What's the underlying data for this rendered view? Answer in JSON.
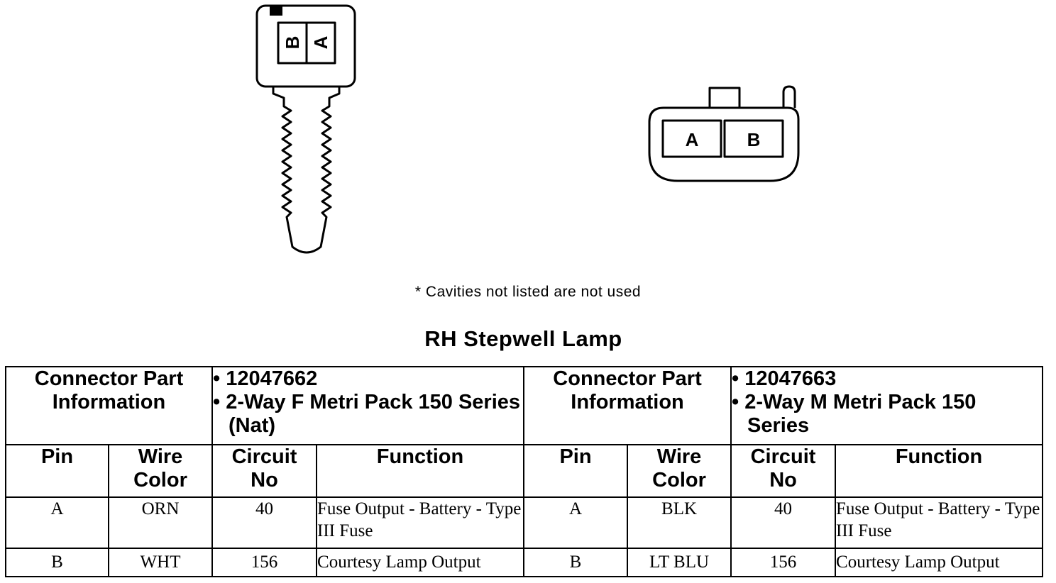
{
  "diagram": {
    "connector_f": {
      "cavities": [
        "B",
        "A"
      ]
    },
    "connector_m": {
      "cavities": [
        "A",
        "B"
      ]
    },
    "note": "* Cavities not listed are not used"
  },
  "table": {
    "title": "RH Stepwell Lamp",
    "left": {
      "part_info_label": [
        "Connector Part",
        "Information"
      ],
      "part_info": [
        "• 12047662",
        "• 2-Way F Metri Pack 150 Series (Nat)"
      ],
      "columns": {
        "pin": "Pin",
        "wire_color": [
          "Wire",
          "Color"
        ],
        "circuit": [
          "Circuit",
          "No"
        ],
        "function": "Function"
      },
      "rows": [
        {
          "pin": "A",
          "wire_color": "ORN",
          "circuit": "40",
          "function": "Fuse Output - Battery - Type III Fuse"
        },
        {
          "pin": "B",
          "wire_color": "WHT",
          "circuit": "156",
          "function": "Courtesy Lamp Output"
        }
      ]
    },
    "right": {
      "part_info_label": [
        "Connector Part",
        "Information"
      ],
      "part_info": [
        "• 12047663",
        "• 2-Way M Metri Pack 150 Series"
      ],
      "columns": {
        "pin": "Pin",
        "wire_color": [
          "Wire",
          "Color"
        ],
        "circuit": [
          "Circuit",
          "No"
        ],
        "function": "Function"
      },
      "rows": [
        {
          "pin": "A",
          "wire_color": "BLK",
          "circuit": "40",
          "function": "Fuse Output - Battery - Type III Fuse"
        },
        {
          "pin": "B",
          "wire_color": "LT BLU",
          "circuit": "156",
          "function": "Courtesy Lamp Output"
        }
      ]
    }
  }
}
